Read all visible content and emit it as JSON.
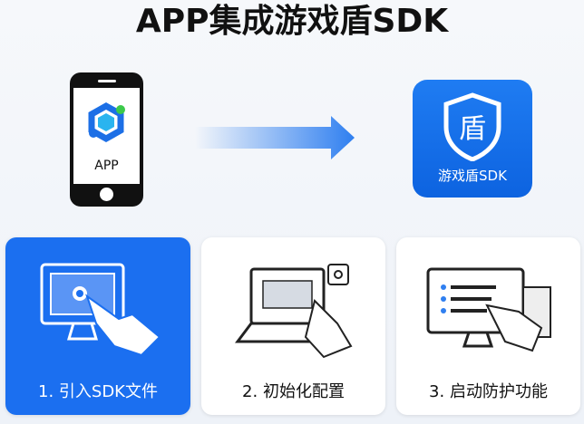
{
  "title": "APP集成游戏盾SDK",
  "phone": {
    "label": "APP"
  },
  "sdk": {
    "label": "游戏盾SDK",
    "shield_char": "盾"
  },
  "steps": [
    {
      "label": "1. 引入SDK文件",
      "active": true
    },
    {
      "label": "2. 初始化配置",
      "active": false
    },
    {
      "label": "3. 启动防护功能",
      "active": false
    }
  ],
  "colors": {
    "accent": "#1b6ff0",
    "green": "#3cc94a"
  }
}
